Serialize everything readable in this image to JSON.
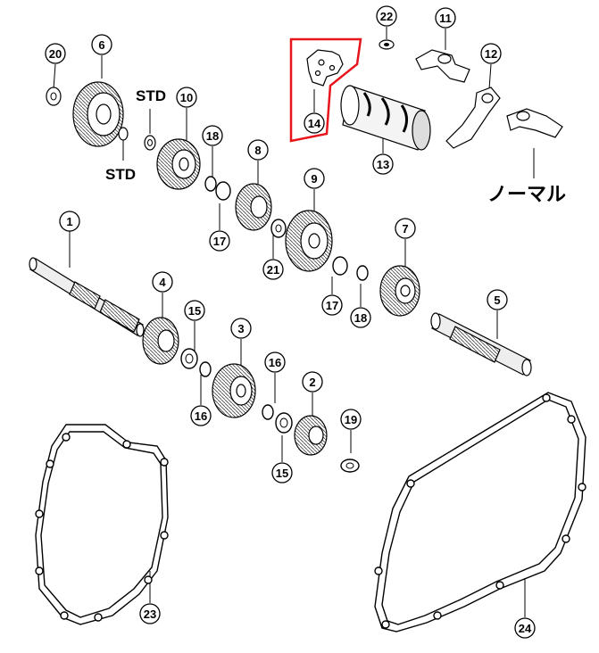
{
  "callouts": [
    {
      "id": "1",
      "text": "1"
    },
    {
      "id": "2",
      "text": "2"
    },
    {
      "id": "3",
      "text": "3"
    },
    {
      "id": "4",
      "text": "4"
    },
    {
      "id": "5",
      "text": "5"
    },
    {
      "id": "6",
      "text": "6"
    },
    {
      "id": "7",
      "text": "7"
    },
    {
      "id": "8",
      "text": "8"
    },
    {
      "id": "9",
      "text": "9"
    },
    {
      "id": "10",
      "text": "10"
    },
    {
      "id": "11",
      "text": "11"
    },
    {
      "id": "12",
      "text": "12"
    },
    {
      "id": "13",
      "text": "13"
    },
    {
      "id": "14",
      "text": "14"
    },
    {
      "id": "15a",
      "text": "15"
    },
    {
      "id": "15b",
      "text": "15"
    },
    {
      "id": "16a",
      "text": "16"
    },
    {
      "id": "16b",
      "text": "16"
    },
    {
      "id": "17a",
      "text": "17"
    },
    {
      "id": "17b",
      "text": "17"
    },
    {
      "id": "18a",
      "text": "18"
    },
    {
      "id": "18b",
      "text": "18"
    },
    {
      "id": "19",
      "text": "19"
    },
    {
      "id": "20",
      "text": "20"
    },
    {
      "id": "21",
      "text": "21"
    },
    {
      "id": "22",
      "text": "22"
    },
    {
      "id": "23",
      "text": "23"
    },
    {
      "id": "24",
      "text": "24"
    }
  ],
  "labels": {
    "std_top": "STD",
    "std_bottom": "STD",
    "normal": "ノーマル"
  },
  "highlight_color": "#e8141c"
}
